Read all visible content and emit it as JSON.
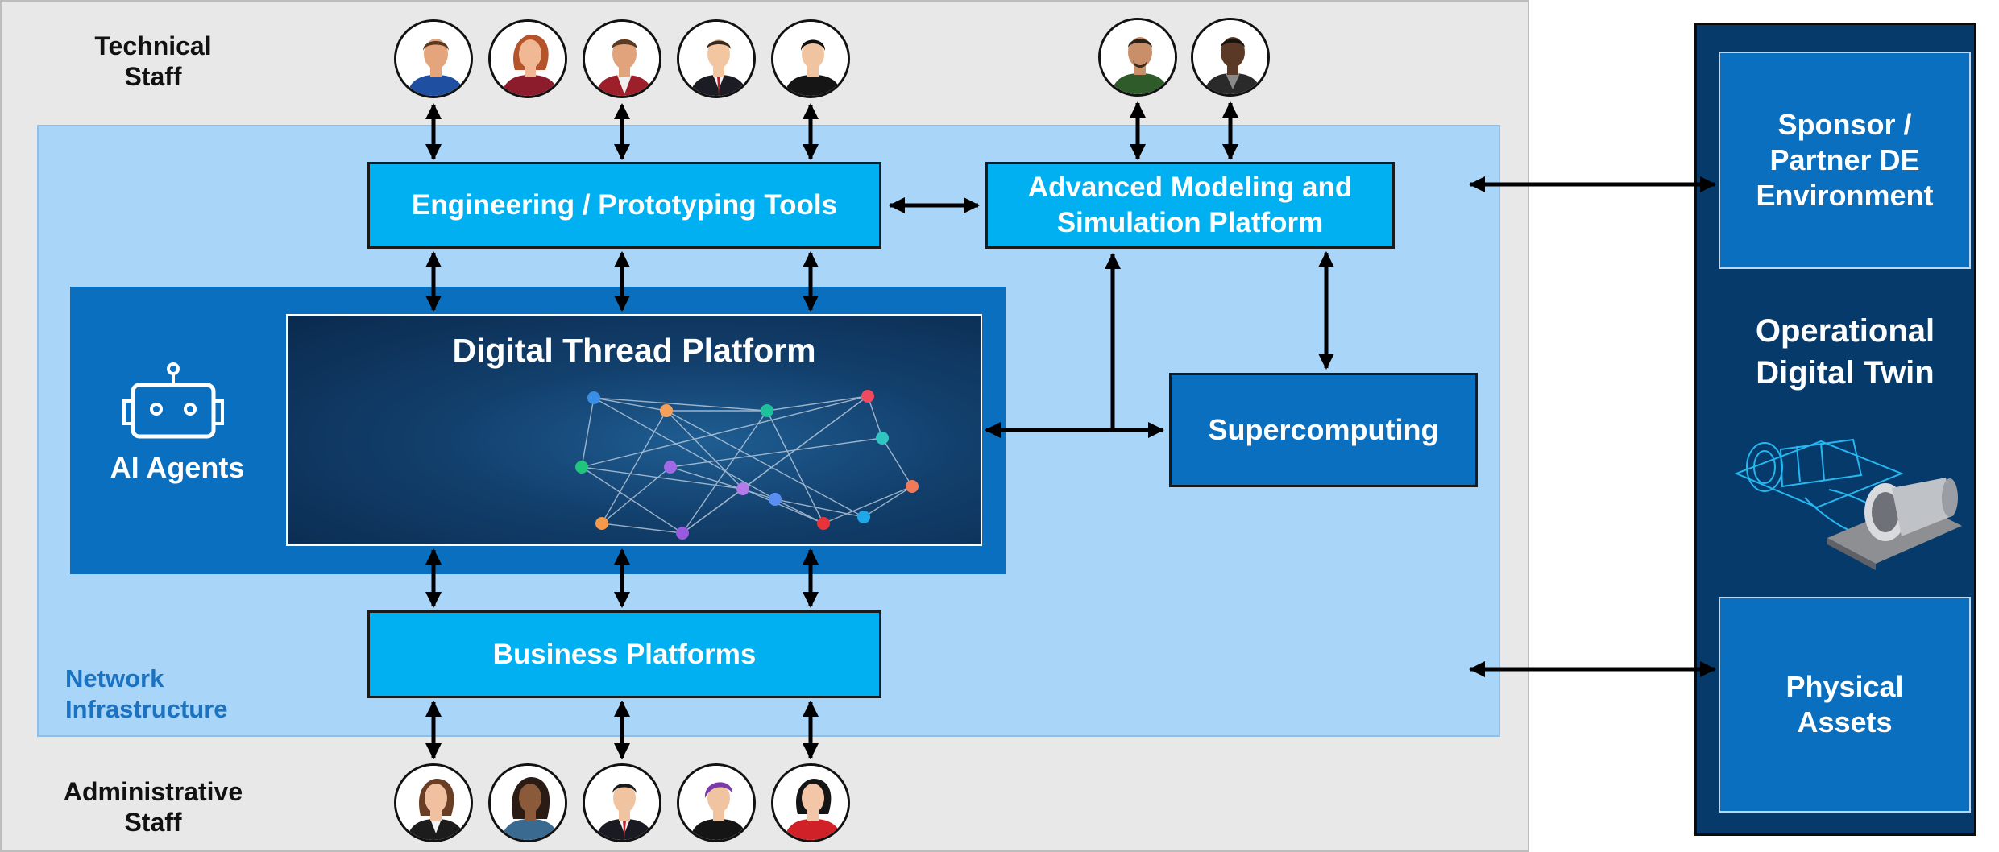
{
  "labels": {
    "technical_staff": "Technical\nStaff",
    "administrative_staff": "Administrative\nStaff",
    "network_infrastructure": "Network\nInfrastructure",
    "ai_agents": "AI Agents"
  },
  "boxes": {
    "engineering_tools": "Engineering / Prototyping Tools",
    "advanced_modeling": "Advanced Modeling and\nSimulation Platform",
    "digital_thread": "Digital Thread Platform",
    "supercomputing": "Supercomputing",
    "business_platforms": "Business Platforms"
  },
  "right_panel": {
    "sponsor": "Sponsor /\nPartner DE\nEnvironment",
    "twin_title": "Operational\nDigital Twin",
    "physical_assets": "Physical\nAssets"
  },
  "icons": {
    "robot": "robot-icon",
    "person": "person-icon",
    "engine": "jet-engine-icon",
    "network_graph": "network-graph-icon"
  },
  "colors": {
    "outer_bg": "#e8e8e8",
    "network_bg": "#a9d5f8",
    "light_box": "#00b0f0",
    "dark_box": "#0a6fbf",
    "panel": "#063a6b",
    "network_label": "#1b72c0"
  }
}
